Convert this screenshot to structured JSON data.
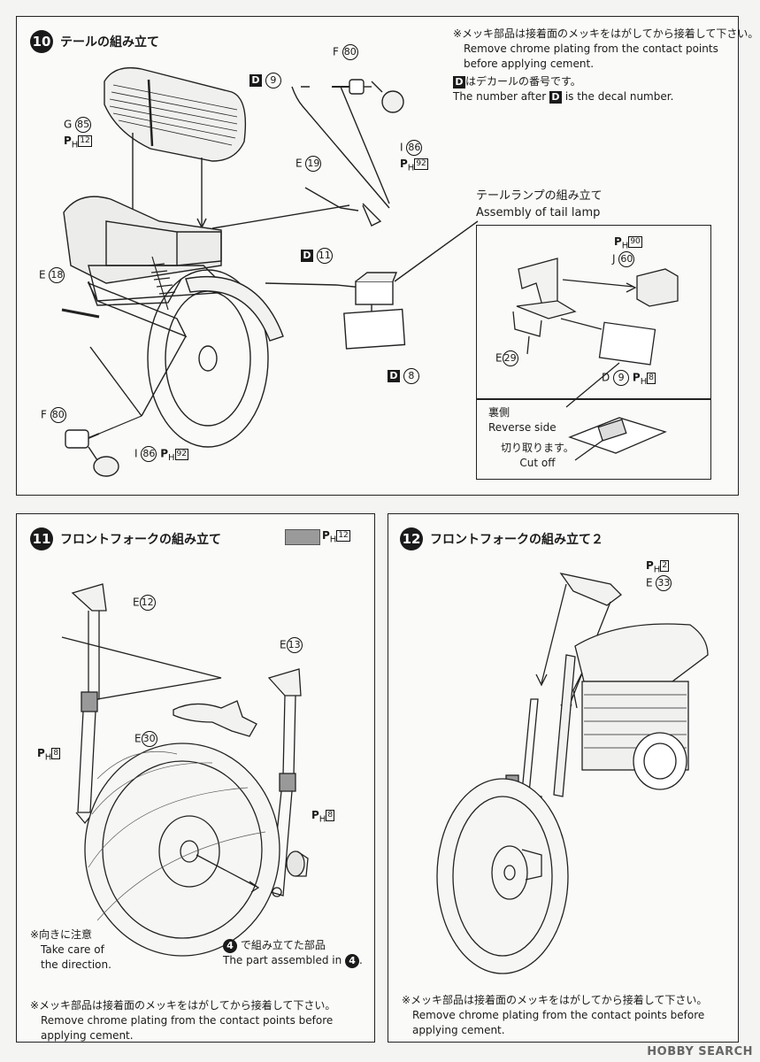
{
  "step10": {
    "num": "10",
    "title": "テールの組み立て",
    "note_chrome_jp": "※メッキ部品は接着面のメッキをはがしてから接着して下さい。",
    "note_chrome_en1": "Remove chrome plating from the contact points",
    "note_chrome_en2": "before applying cement.",
    "decal_jp": "はデカールの番号です。",
    "decal_en_pre": "The number after",
    "decal_en_post": "is the decal number.",
    "decal_letter": "D",
    "labels": {
      "d9": "9",
      "d11": "11",
      "d8": "8",
      "f80_letter": "F",
      "f80": "80",
      "i86_letter": "I",
      "i86": "86",
      "ph92": "92",
      "g85_letter": "G",
      "g85": "85",
      "ph12": "12",
      "e19_letter": "E",
      "e19": "19",
      "e18_letter": "E",
      "e18": "18",
      "f80b": "80",
      "i86b": "86",
      "ph92b": "92"
    },
    "tail_lamp_title_jp": "テールランプの組み立て",
    "tail_lamp_title_en": "Assembly of tail lamp",
    "tail": {
      "ph90": "90",
      "j60_letter": "J",
      "j60": "60",
      "e29_letter": "E",
      "e29": "29",
      "d9_letter": "D",
      "d9": "9",
      "ph8": "8"
    },
    "reverse_jp": "裏側",
    "reverse_en": "Reverse side",
    "cutoff_jp": "切り取ります。",
    "cutoff_en": "Cut off"
  },
  "step11": {
    "num": "11",
    "title": "フロントフォークの組み立て",
    "swatch_label": "12",
    "e12": "12",
    "e13": "13",
    "e30": "30",
    "ph8a": "8",
    "ph8b": "8",
    "dir_jp": "※向きに注意",
    "dir_en1": "Take care of",
    "dir_en2": "the direction.",
    "assembled_num": "4",
    "assembled_jp": "で組み立てた部品",
    "assembled_en": "The part assembled in",
    "note_jp": "※メッキ部品は接着面のメッキをはがしてから接着して下さい。",
    "note_en1": "Remove chrome plating from the contact points before",
    "note_en2": "applying cement."
  },
  "step12": {
    "num": "12",
    "title": "フロントフォークの組み立て２",
    "ph2": "2",
    "e33": "33",
    "note_jp": "※メッキ部品は接着面のメッキをはがしてから接着して下さい。",
    "note_en1": "Remove chrome plating from the contact points before",
    "note_en2": "applying cement."
  },
  "ph_prefix": "P",
  "ph_sub": "H",
  "watermark": "HOBBY SEARCH"
}
